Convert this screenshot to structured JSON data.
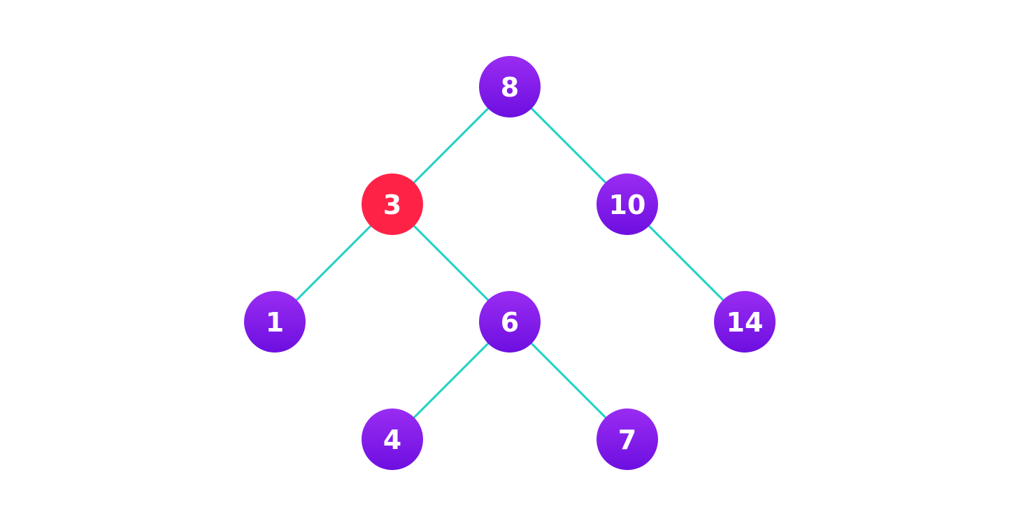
{
  "colors": {
    "background": "#ffffff",
    "edge": "#1fd1c4",
    "node_top": "#9a2cf2",
    "node_bottom": "#6d0fe0",
    "highlight": "#ff2247",
    "label": "#ffffff"
  },
  "tree": {
    "nodes": [
      {
        "id": "n8",
        "label": "8",
        "highlighted": false
      },
      {
        "id": "n3",
        "label": "3",
        "highlighted": true
      },
      {
        "id": "n10",
        "label": "10",
        "highlighted": false
      },
      {
        "id": "n1",
        "label": "1",
        "highlighted": false
      },
      {
        "id": "n6",
        "label": "6",
        "highlighted": false
      },
      {
        "id": "n14",
        "label": "14",
        "highlighted": false
      },
      {
        "id": "n4",
        "label": "4",
        "highlighted": false
      },
      {
        "id": "n7",
        "label": "7",
        "highlighted": false
      }
    ],
    "edges": [
      {
        "from": "n8",
        "to": "n3"
      },
      {
        "from": "n8",
        "to": "n10"
      },
      {
        "from": "n3",
        "to": "n1"
      },
      {
        "from": "n3",
        "to": "n6"
      },
      {
        "from": "n10",
        "to": "n14"
      },
      {
        "from": "n6",
        "to": "n4"
      },
      {
        "from": "n6",
        "to": "n7"
      }
    ]
  }
}
